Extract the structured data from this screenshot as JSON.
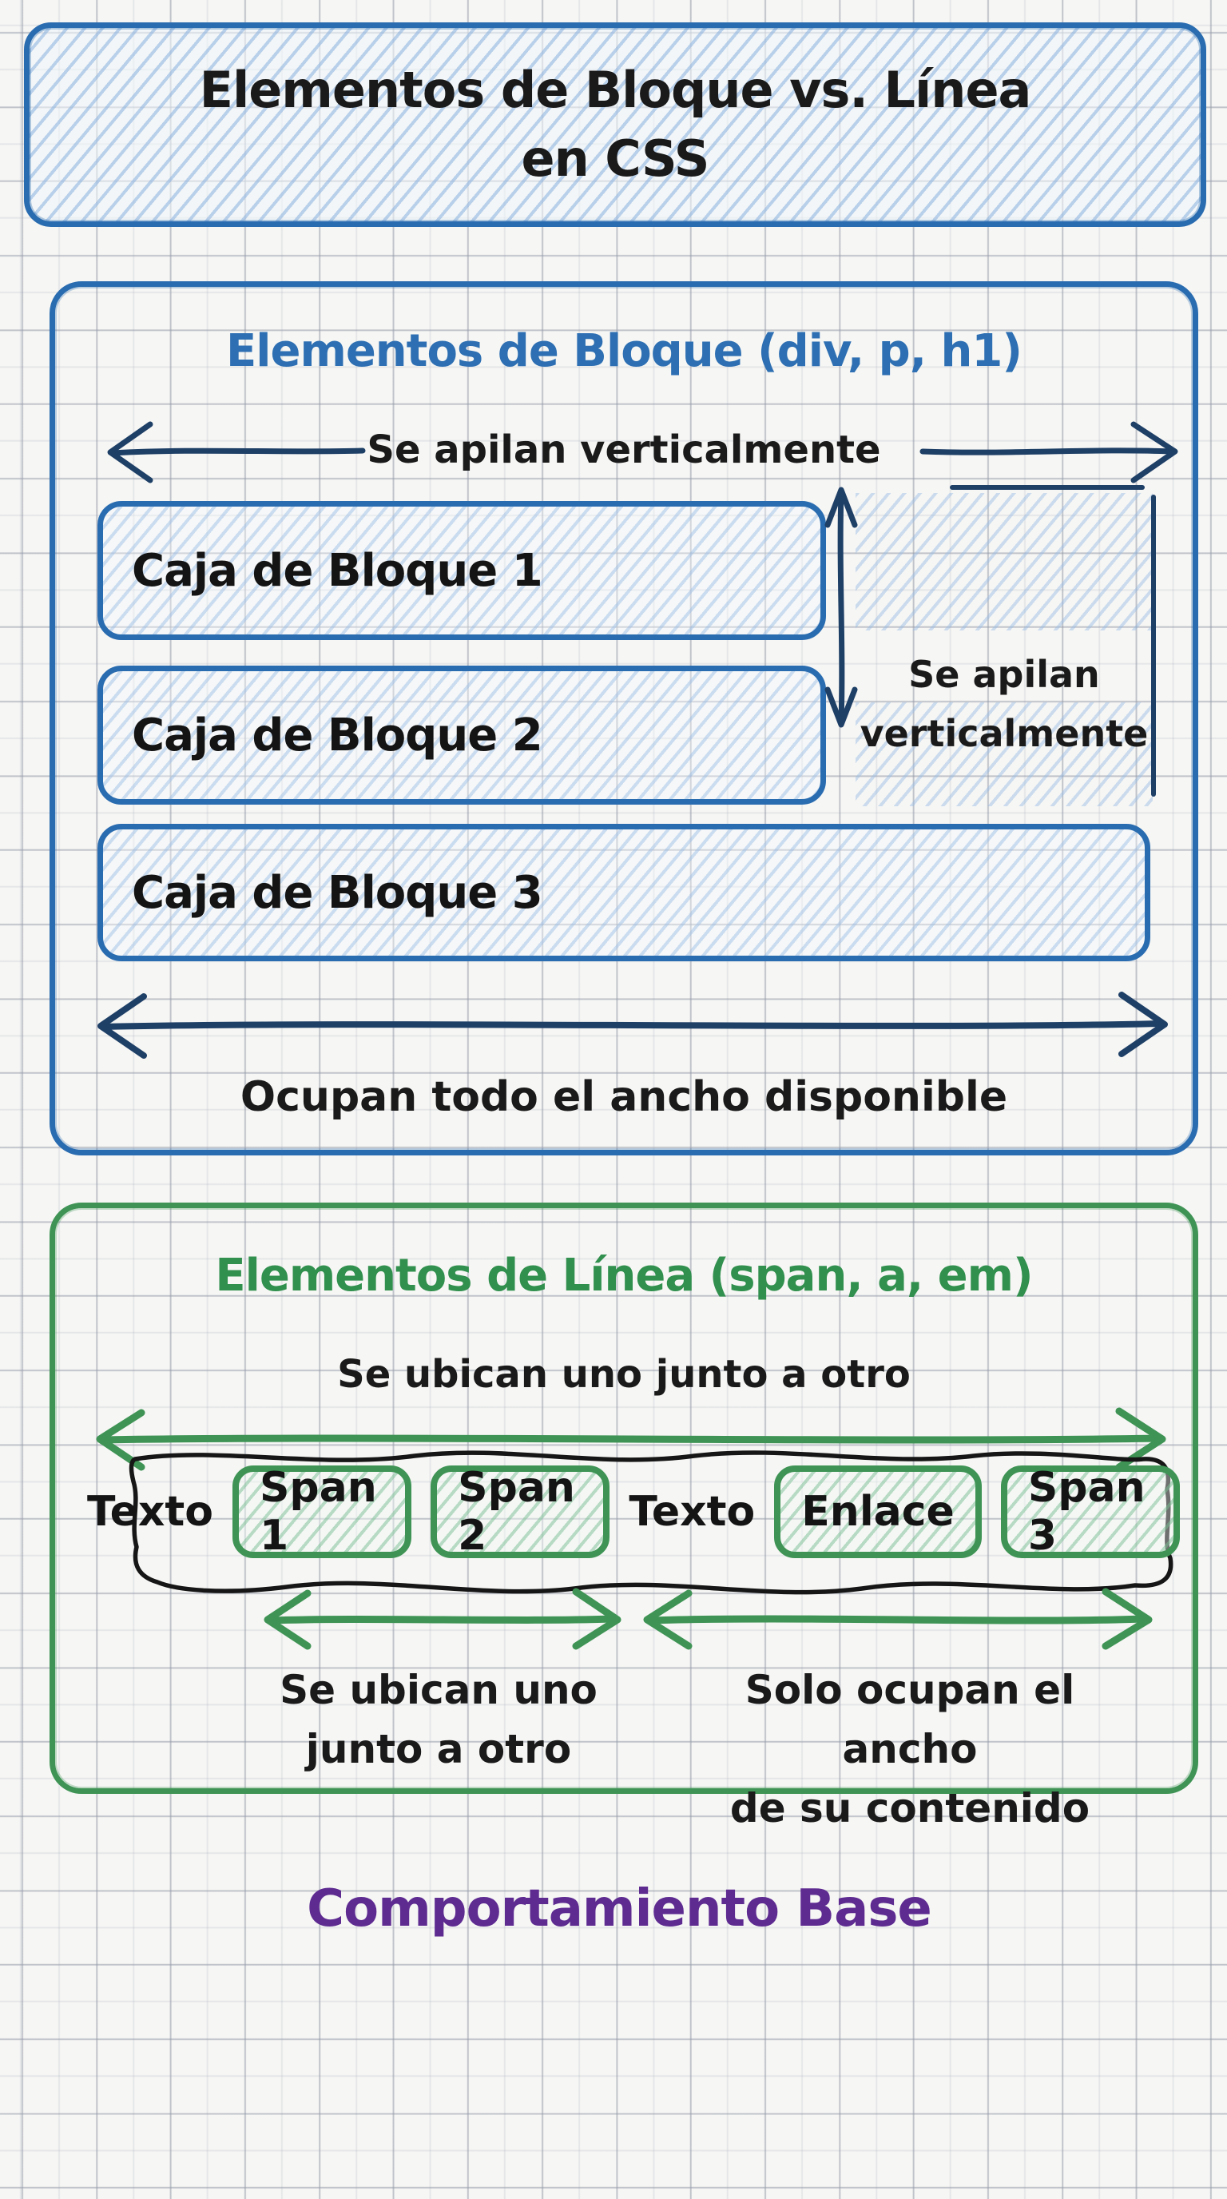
{
  "title": {
    "line1": "Elementos de Bloque vs. Línea",
    "line2": "en CSS"
  },
  "block_section": {
    "heading": "Elementos de Bloque (div, p, h1)",
    "top_arrow_label": "Se apilan verticalmente",
    "boxes": [
      {
        "label": "Caja de Bloque 1"
      },
      {
        "label": "Caja de Bloque 2"
      },
      {
        "label": "Caja de Bloque 3"
      }
    ],
    "side_note": {
      "line1": "Se apilan",
      "line2": "verticalmente"
    },
    "bottom_arrow_label": "Ocupan todo el ancho disponible"
  },
  "inline_section": {
    "heading": "Elementos de Línea (span, a, em)",
    "top_label": "Se ubican uno junto a otro",
    "items": [
      {
        "type": "text",
        "label": "Texto"
      },
      {
        "type": "box",
        "label": "Span 1"
      },
      {
        "type": "box",
        "label": "Span 2"
      },
      {
        "type": "text",
        "label": "Texto"
      },
      {
        "type": "box",
        "label": "Enlace"
      },
      {
        "type": "box",
        "label": "Span 3"
      }
    ],
    "left_note": {
      "line1": "Se ubican uno",
      "line2": "junto a otro"
    },
    "right_note": {
      "line1": "Solo ocupan el ancho",
      "line2": "de su contenido"
    }
  },
  "footer": {
    "label": "Comportamiento Base"
  },
  "colors": {
    "blue": "#2a6cb0",
    "blue_text": "#2d6fb2",
    "navy": "#1e3f66",
    "green": "#3f9455",
    "green_text": "#31904e",
    "purple": "#5e2b91",
    "ink": "#1a1a1a"
  }
}
